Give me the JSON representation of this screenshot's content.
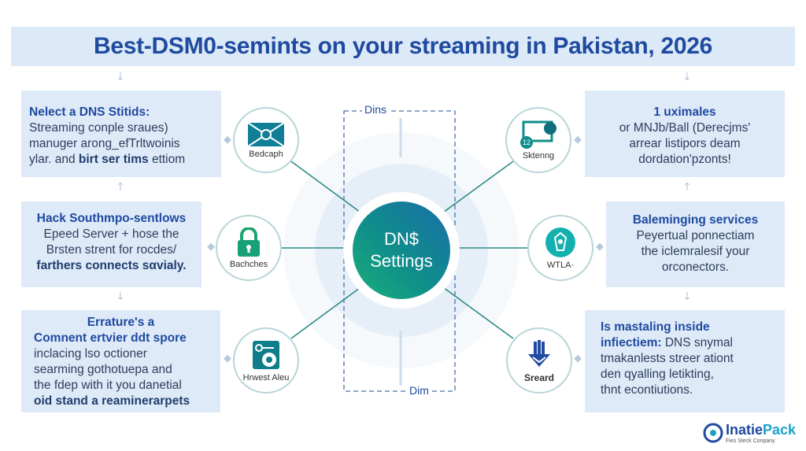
{
  "title": "Best-DSM0-semints on your streaming in Pakistan, 2026",
  "hub": {
    "line1": "DN$",
    "line2": "Settings"
  },
  "dashed_labels": {
    "top": "Dins",
    "bottom": "Dim"
  },
  "left_boxes": [
    {
      "heading": "Nelect a DNS Stitids:",
      "lines": [
        "Streaming conple sraues)",
        "manuger arong_efTrltwoinis"
      ],
      "last_plain": "ylar. and ",
      "last_bold": "birt ser tims",
      "last_tail": " ettiom"
    },
    {
      "heading": "Hack Southmpo-sentlows",
      "lines": [
        "Epeed Server + hose the",
        "Brsten strent for rocdes/"
      ],
      "last_bold": "farthers connects sαvialy."
    },
    {
      "heading": "Errature's a",
      "heading2": "Comnent ertvier ddt spore",
      "lines": [
        "inclacing lso octioner",
        "searming gothotuepa and",
        "the fdep with it you danetial"
      ],
      "last_bold": "oid stand a reaminerarpets"
    }
  ],
  "right_boxes": [
    {
      "heading": "1 uximales",
      "lines": [
        "or MNJb/Ball (Derecjms'",
        "arrear listipors deam",
        "dordation'pzonts!"
      ]
    },
    {
      "heading": "Baleminging services",
      "lines": [
        "Peyertual ponnectiam",
        "the iclemralesif your",
        "orconectors."
      ]
    },
    {
      "heading": "Is mastaling inside",
      "heading_bold2": "infiectiem:",
      "heading_tail2": " DNS snymal",
      "lines": [
        "tmakanlests streer ationt",
        "den qyalling letikting,",
        "thnt econtiutions."
      ]
    }
  ],
  "icons": [
    {
      "name": "envelope-network-icon",
      "label": "Bedcaph"
    },
    {
      "name": "lock-icon",
      "label": "Bachches"
    },
    {
      "name": "router-key-icon",
      "label": "Hrwest Aleu"
    },
    {
      "name": "monitor-chat-icon",
      "label": "Sktenng",
      "badge": "12"
    },
    {
      "name": "shield-badge-icon",
      "label": "WTLA·"
    },
    {
      "name": "hand-stop-icon",
      "label": "Sreard"
    }
  ],
  "logo": {
    "name_a": "Inatie",
    "name_b": "Pack",
    "sub": "Fies Steck Conpany"
  },
  "colors": {
    "title": "#1f4aa0",
    "box": "#deeaf8",
    "teal": "#0f8e8a"
  }
}
